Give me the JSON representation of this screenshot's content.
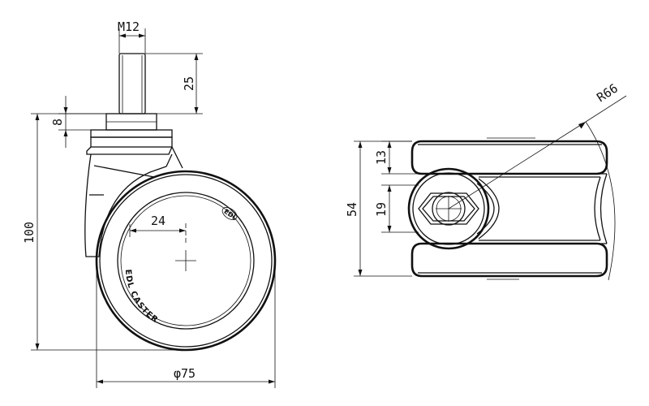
{
  "dimensions": {
    "stem_thread": "M12",
    "stem_length": "25",
    "nut_height": "8",
    "overall_height": "100",
    "wheel_offset": "24",
    "wheel_diameter": "φ75",
    "swivel_radius": "R66",
    "top_offset": "13",
    "hex_width": "19",
    "body_width": "54"
  },
  "wheel_marking": "EDL CASTER",
  "logo_text": "EDL"
}
